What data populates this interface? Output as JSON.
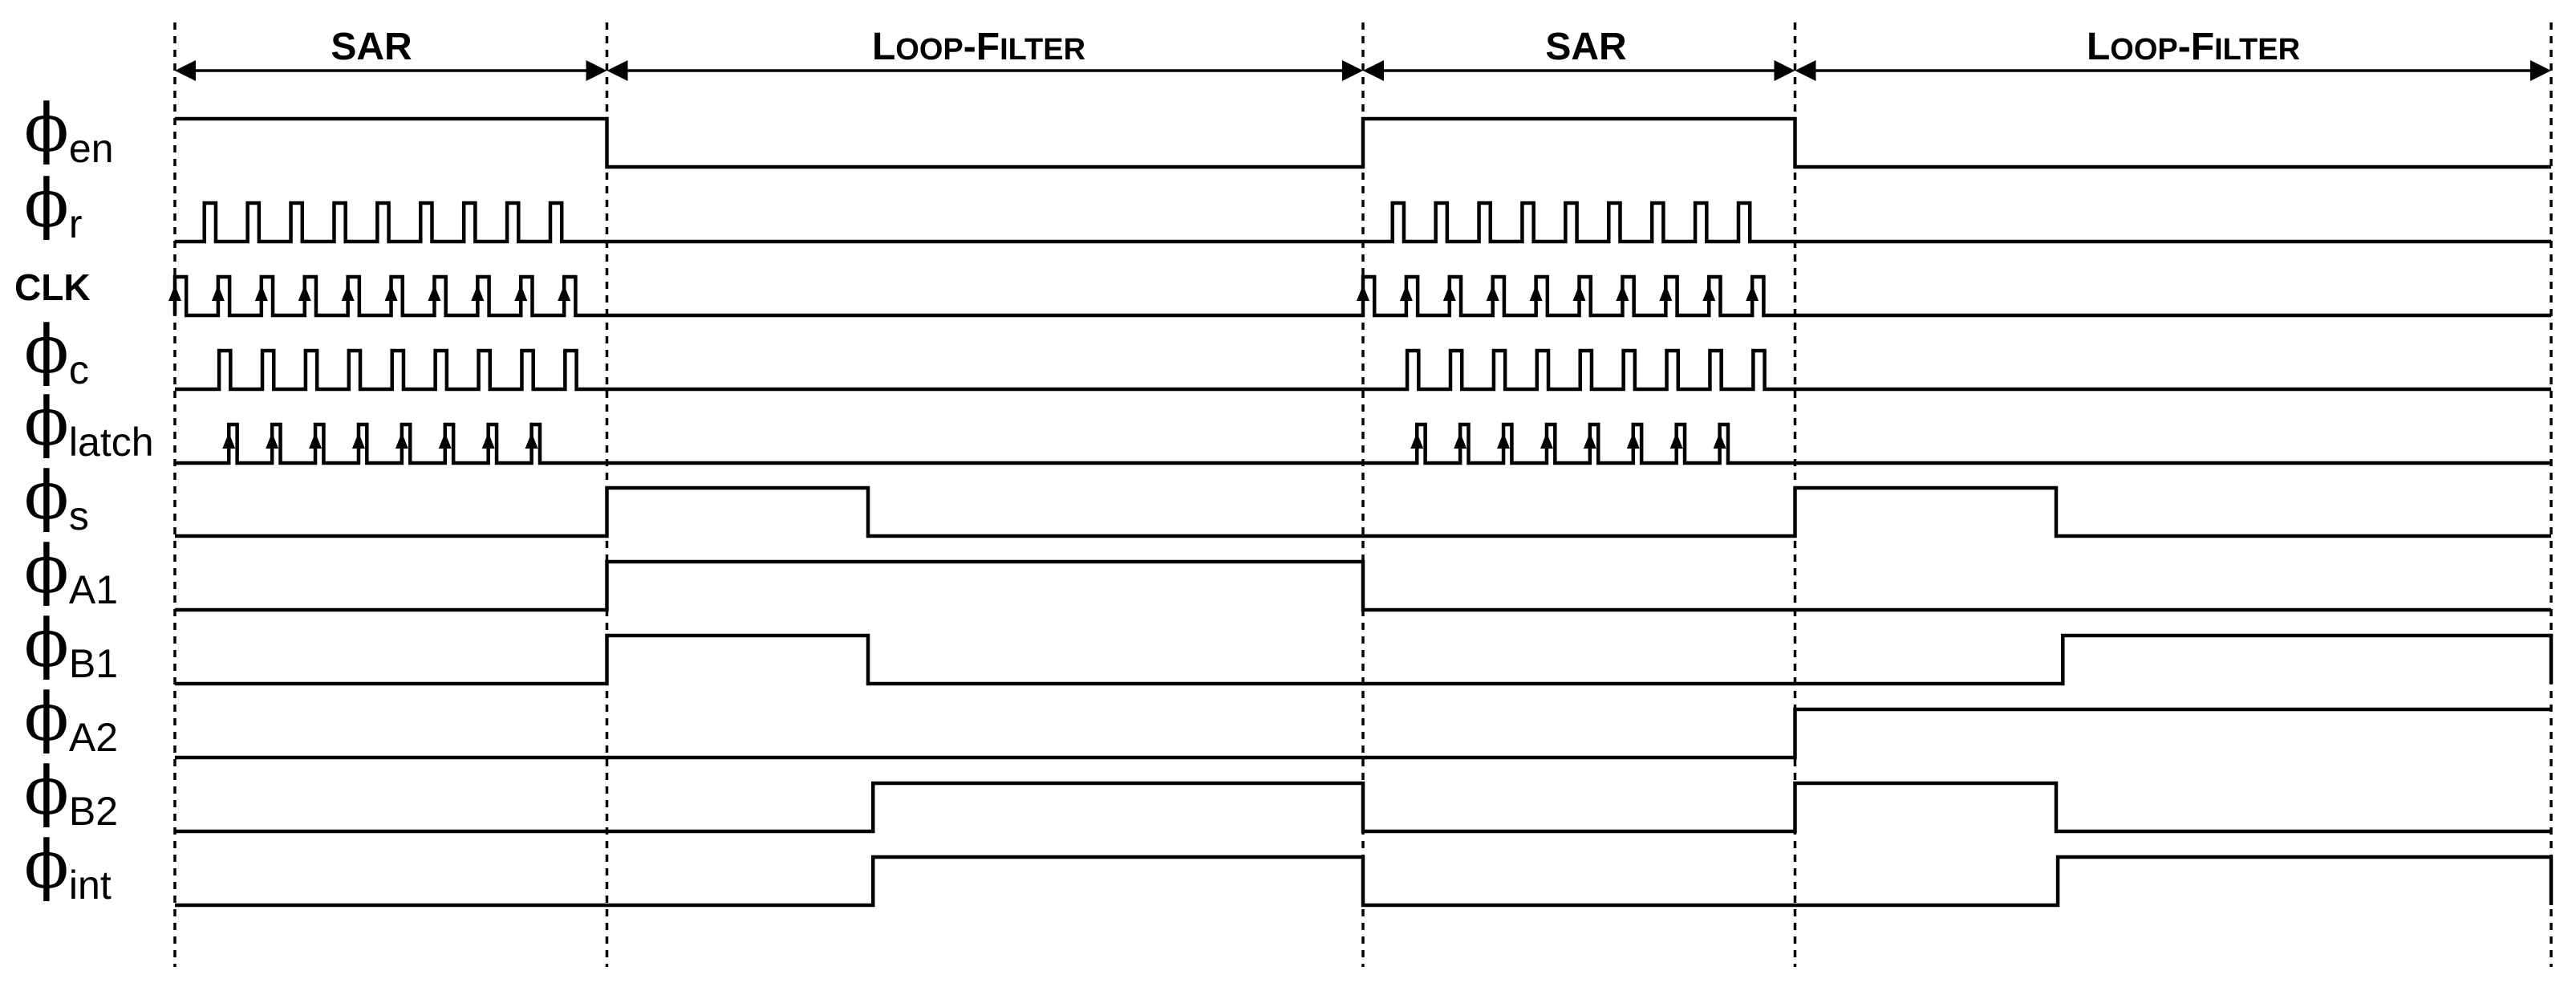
{
  "phases": [
    {
      "name": "SAR",
      "big": "SAR",
      "small": "",
      "start": 0.0,
      "end": 0.1818
    },
    {
      "name": "LOOP-FILTER",
      "big": "L|-F",
      "small": "OOP|ILTER",
      "start": 0.1818,
      "end": 0.5
    },
    {
      "name": "SAR",
      "big": "SAR",
      "small": "",
      "start": 0.5,
      "end": 0.6818
    },
    {
      "name": "LOOP-FILTER",
      "big": "L|-F",
      "small": "OOP|ILTER",
      "start": 0.6818,
      "end": 1.0
    }
  ],
  "phase_labels": {
    "p0": "SAR",
    "p1_big1": "L",
    "p1_small1": "OOP",
    "p1_big2": "-F",
    "p1_small2": "ILTER",
    "p2": "SAR",
    "p3_big1": "L",
    "p3_small1": "OOP",
    "p3_big2": "-F",
    "p3_small2": "ILTER"
  },
  "signals": [
    {
      "id": "en",
      "symbol": "ϕ",
      "sub": "en",
      "label": ""
    },
    {
      "id": "r",
      "symbol": "ϕ",
      "sub": "r",
      "label": ""
    },
    {
      "id": "clk",
      "symbol": "",
      "sub": "",
      "label": "CLK"
    },
    {
      "id": "c",
      "symbol": "ϕ",
      "sub": "c",
      "label": ""
    },
    {
      "id": "latch",
      "symbol": "ϕ",
      "sub": "latch",
      "label": ""
    },
    {
      "id": "s",
      "symbol": "ϕ",
      "sub": "s",
      "label": ""
    },
    {
      "id": "A1",
      "symbol": "ϕ",
      "sub": "A1",
      "label": ""
    },
    {
      "id": "B1",
      "symbol": "ϕ",
      "sub": "B1",
      "label": ""
    },
    {
      "id": "A2",
      "symbol": "ϕ",
      "sub": "A2",
      "label": ""
    },
    {
      "id": "B2",
      "symbol": "ϕ",
      "sub": "B2",
      "label": ""
    },
    {
      "id": "int",
      "symbol": "ϕ",
      "sub": "int",
      "label": ""
    }
  ],
  "waveforms": {
    "en": {
      "type": "levels",
      "initial": 1,
      "edges": [
        0.1818,
        0.5,
        0.6818
      ]
    },
    "s": {
      "type": "levels",
      "initial": 0,
      "edges": [
        0.1818,
        0.2917,
        0.6818,
        0.7917
      ]
    },
    "A1": {
      "type": "levels",
      "initial": 0,
      "edges": [
        0.1818,
        0.5
      ]
    },
    "B1": {
      "type": "levels",
      "initial": 0,
      "edges": [
        0.1818,
        0.2917,
        0.7945,
        1.0
      ]
    },
    "A2": {
      "type": "levels",
      "initial": 0,
      "edges": [
        0.6818
      ]
    },
    "B2": {
      "type": "levels",
      "initial": 0,
      "edges": [
        0.2938,
        0.5,
        0.6818,
        0.7917
      ]
    },
    "int": {
      "type": "levels",
      "initial": 0,
      "edges": [
        0.2938,
        0.5,
        0.7924,
        1.0
      ]
    },
    "r": {
      "type": "pulses",
      "count": 9,
      "offsets": [
        0.0,
        0.5
      ],
      "first": 0.0124,
      "period": 0.0182,
      "width": 0.0048
    },
    "clk": {
      "type": "pulses",
      "count": 10,
      "offsets": [
        0.0,
        0.5
      ],
      "first": 0.0,
      "period": 0.0182,
      "width": 0.0048,
      "arrows": true
    },
    "c": {
      "type": "pulses",
      "count": 9,
      "offsets": [
        0.0,
        0.5
      ],
      "first": 0.0186,
      "period": 0.0182,
      "width": 0.0048
    },
    "latch": {
      "type": "pulses",
      "count": 8,
      "offsets": [
        0.0,
        0.5
      ],
      "first": 0.0227,
      "period": 0.0182,
      "width": 0.0035,
      "arrows": true
    }
  }
}
